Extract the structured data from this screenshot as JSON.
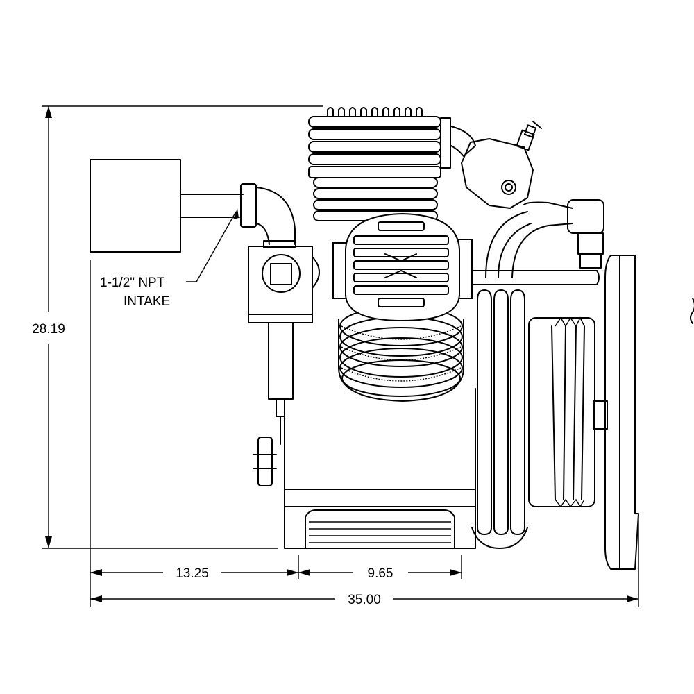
{
  "dimensions": {
    "height": "28.19",
    "left_width": "13.25",
    "center_width": "9.65",
    "total_width": "35.00"
  },
  "callout": {
    "line1": "1-1/2\" NPT",
    "line2": "INTAKE"
  }
}
